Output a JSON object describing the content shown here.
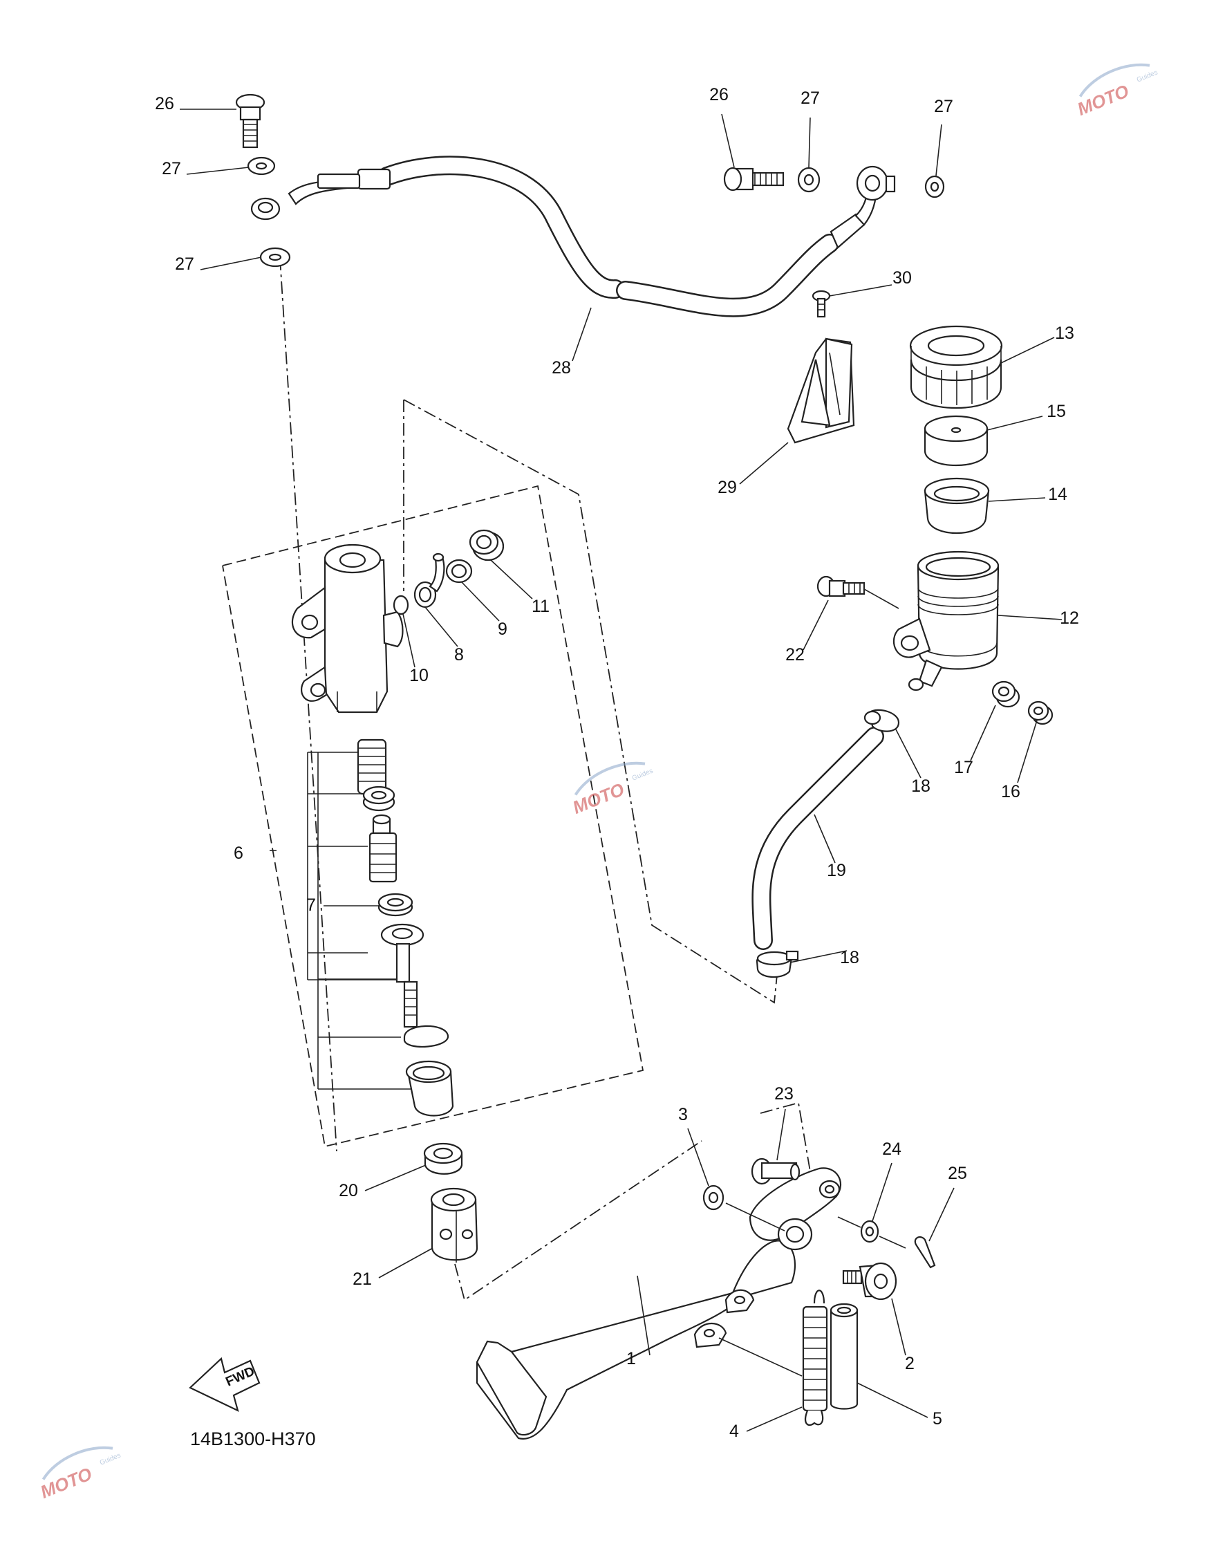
{
  "diagram": {
    "code": "14B1300-H370",
    "fwd_label": "FWD",
    "watermark": {
      "text": "MOTO",
      "subtext": "Guides",
      "color": "#c9403f",
      "accent": "#8aa6c9"
    },
    "callouts": [
      "1",
      "2",
      "3",
      "4",
      "5",
      "6",
      "7",
      "8",
      "9",
      "10",
      "11",
      "12",
      "13",
      "14",
      "15",
      "16",
      "17",
      "18",
      "18",
      "19",
      "20",
      "21",
      "22",
      "23",
      "24",
      "25",
      "26",
      "26",
      "27",
      "27",
      "27",
      "27",
      "28",
      "29",
      "30"
    ]
  }
}
